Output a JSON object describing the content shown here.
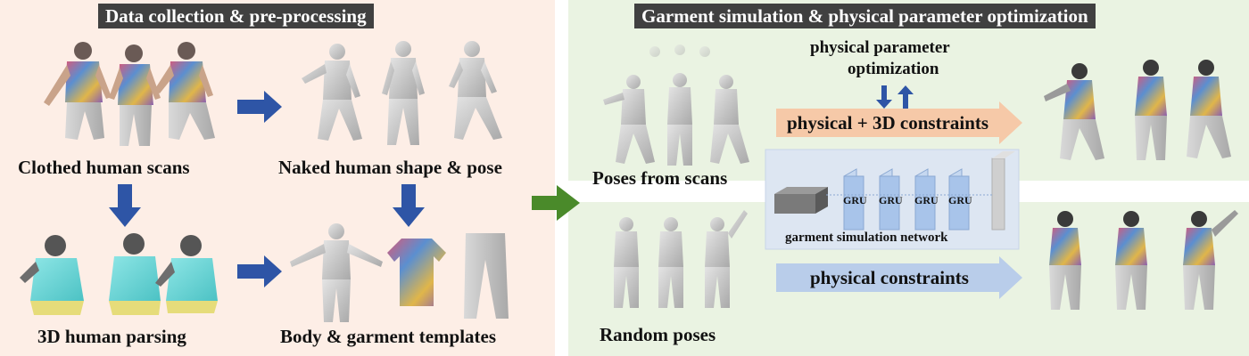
{
  "left_panel": {
    "title": "Data collection & pre-processing",
    "captions": {
      "clothed_scans": "Clothed human scans",
      "naked_shape": "Naked human shape & pose",
      "human_parsing": "3D human parsing",
      "templates": "Body & garment templates"
    }
  },
  "right_panel": {
    "title": "Garment simulation & physical parameter optimization",
    "captions": {
      "poses_from_scans": "Poses from scans",
      "random_poses": "Random poses",
      "param_opt_line1": "physical parameter",
      "param_opt_line2": "optimization",
      "physical_3d": "physical + 3D constraints",
      "physical": "physical constraints",
      "network": "garment simulation network"
    },
    "gru_labels": [
      "GRU",
      "GRU",
      "GRU",
      "GRU"
    ]
  },
  "colors": {
    "left_bg": "#fdeee6",
    "right_bg": "#eaf3e2",
    "title_bg": "#404040",
    "blue_arrow": "#2e55a6",
    "green_arrow": "#4a8a2a",
    "orange_arrow": "#f6c9a8",
    "light_blue_arrow": "#b9cdea",
    "network_box": "#dde6f2"
  }
}
